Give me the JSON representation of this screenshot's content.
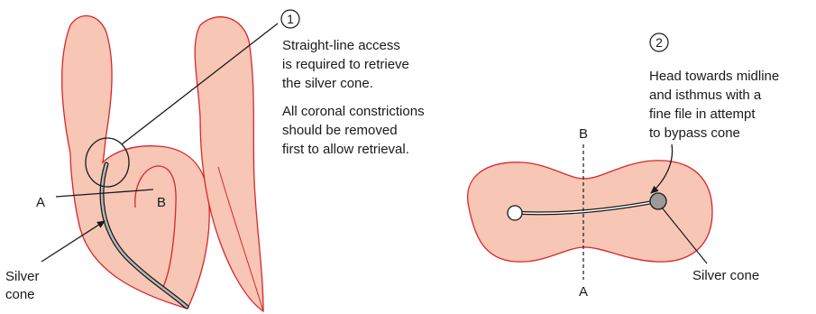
{
  "colors": {
    "tissue_fill": "#f7c6b5",
    "tissue_outline": "#d7262c",
    "cone_fill": "#b8b8b8",
    "line": "#1a1a1a",
    "background": "#ffffff"
  },
  "left_figure": {
    "step_number": "1",
    "annotation_lines": [
      "Straight-line access",
      "is required to retrieve",
      "the silver cone.",
      "All coronal constrictions",
      "should be removed",
      "first to allow retrieval."
    ],
    "section_label_a": "A",
    "section_label_b": "B",
    "cone_label_lines": [
      "Silver",
      "cone"
    ]
  },
  "right_figure": {
    "step_number": "2",
    "annotation_lines": [
      "Head towards midline",
      "and isthmus with a",
      "fine file in attempt",
      "to bypass cone"
    ],
    "section_label_b": "B",
    "section_label_a": "A",
    "cone_label": "Silver cone"
  }
}
